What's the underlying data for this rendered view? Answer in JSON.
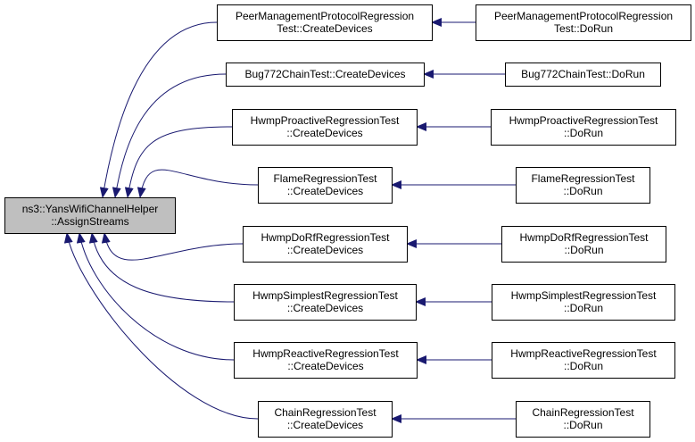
{
  "diagram": {
    "root": {
      "id": "root",
      "lines": [
        "ns3::YansWifiChannelHelper",
        "::AssignStreams"
      ]
    },
    "middle": [
      {
        "id": "m1",
        "lines": [
          "PeerManagementProtocolRegression",
          "Test::CreateDevices"
        ]
      },
      {
        "id": "m2",
        "lines": [
          "Bug772ChainTest::CreateDevices"
        ]
      },
      {
        "id": "m3",
        "lines": [
          "HwmpProactiveRegressionTest",
          "::CreateDevices"
        ]
      },
      {
        "id": "m4",
        "lines": [
          "FlameRegressionTest",
          "::CreateDevices"
        ]
      },
      {
        "id": "m5",
        "lines": [
          "HwmpDoRfRegressionTest",
          "::CreateDevices"
        ]
      },
      {
        "id": "m6",
        "lines": [
          "HwmpSimplestRegressionTest",
          "::CreateDevices"
        ]
      },
      {
        "id": "m7",
        "lines": [
          "HwmpReactiveRegressionTest",
          "::CreateDevices"
        ]
      },
      {
        "id": "m8",
        "lines": [
          "ChainRegressionTest",
          "::CreateDevices"
        ]
      }
    ],
    "right": [
      {
        "id": "r1",
        "lines": [
          "PeerManagementProtocolRegression",
          "Test::DoRun"
        ]
      },
      {
        "id": "r2",
        "lines": [
          "Bug772ChainTest::DoRun"
        ]
      },
      {
        "id": "r3",
        "lines": [
          "HwmpProactiveRegressionTest",
          "::DoRun"
        ]
      },
      {
        "id": "r4",
        "lines": [
          "FlameRegressionTest",
          "::DoRun"
        ]
      },
      {
        "id": "r5",
        "lines": [
          "HwmpDoRfRegressionTest",
          "::DoRun"
        ]
      },
      {
        "id": "r6",
        "lines": [
          "HwmpSimplestRegressionTest",
          "::DoRun"
        ]
      },
      {
        "id": "r7",
        "lines": [
          "HwmpReactiveRegressionTest",
          "::DoRun"
        ]
      },
      {
        "id": "r8",
        "lines": [
          "ChainRegressionTest",
          "::DoRun"
        ]
      }
    ],
    "edges": [
      [
        "m1",
        "root"
      ],
      [
        "m2",
        "root"
      ],
      [
        "m3",
        "root"
      ],
      [
        "m4",
        "root"
      ],
      [
        "m5",
        "root"
      ],
      [
        "m6",
        "root"
      ],
      [
        "m7",
        "root"
      ],
      [
        "m8",
        "root"
      ],
      [
        "r1",
        "m1"
      ],
      [
        "r2",
        "m2"
      ],
      [
        "r3",
        "m3"
      ],
      [
        "r4",
        "m4"
      ],
      [
        "r5",
        "m5"
      ],
      [
        "r6",
        "m6"
      ],
      [
        "r7",
        "m7"
      ],
      [
        "r8",
        "m8"
      ]
    ],
    "colors": {
      "edge": "#191970",
      "node_border": "#000000",
      "node_fill": "#ffffff",
      "root_fill": "#bfbfbf",
      "text": "#000000"
    }
  }
}
